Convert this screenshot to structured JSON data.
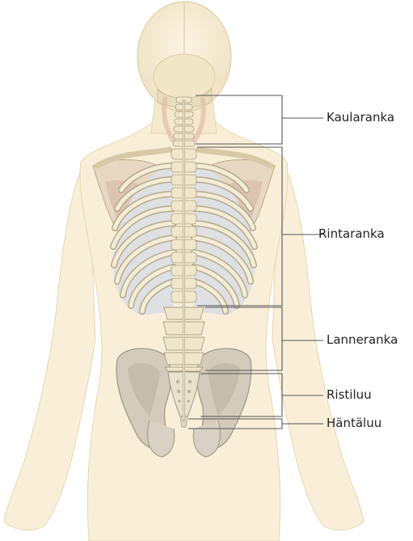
{
  "labels": {
    "cervical": "Kaularanka",
    "thoracic": "Rintaranka",
    "lumbar": "Lanneranka",
    "sacrum": "Ristiluu",
    "coccyx": "Häntäluu"
  },
  "colors": {
    "skin": "#f9efd8",
    "skin_outline": "#e6d6b3",
    "bone": "#f1ead0",
    "bone_shadow": "#cfc4a4",
    "rib_gap": "#c7c9cf",
    "scapula": "#e8d7c2",
    "scapula_inner": "#d5b6a6",
    "pelvis": "#d3ccbd",
    "pelvis_shadow": "#b8b0a2",
    "bracket": "#555555"
  }
}
